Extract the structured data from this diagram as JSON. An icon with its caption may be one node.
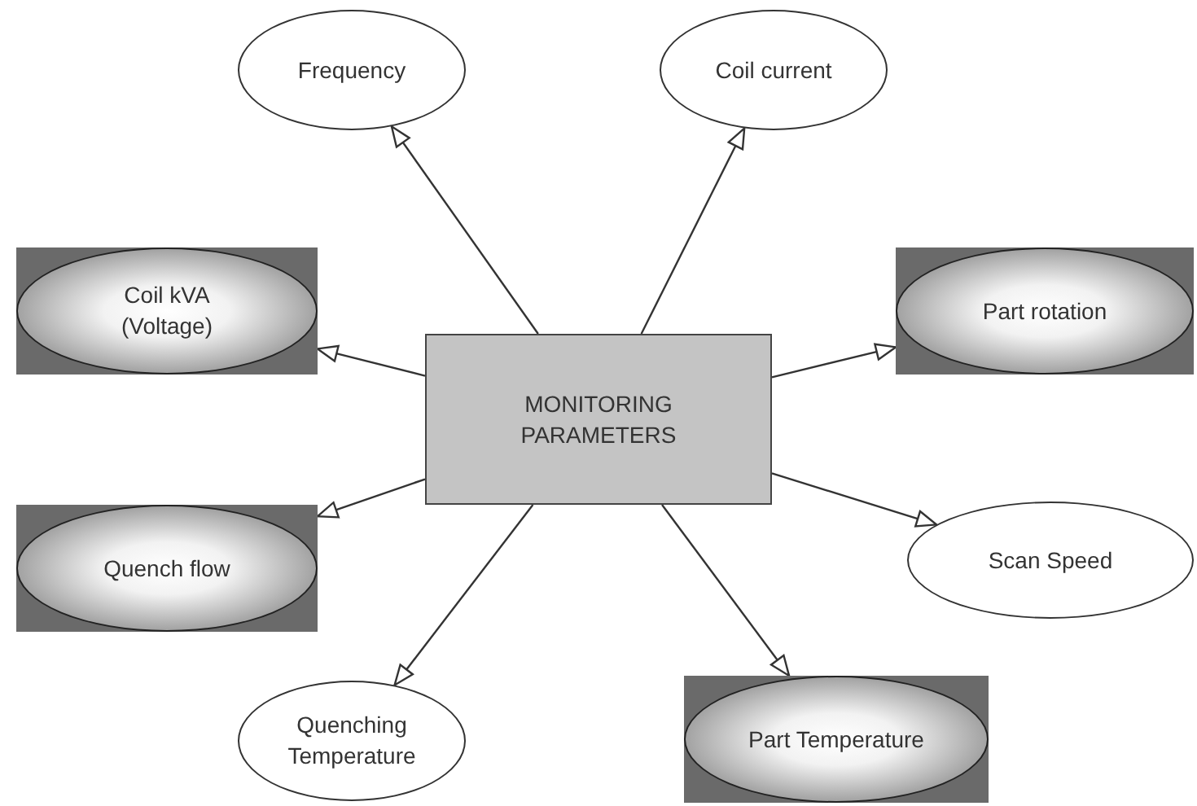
{
  "diagram": {
    "nodes": [
      {
        "text": [
          "Frequency"
        ]
      },
      {
        "text": [
          "Coil current"
        ]
      },
      {
        "text": [
          "Coil kVA (Voltage)"
        ]
      },
      {
        "text": [
          "MONITORING PARAMETERS"
        ]
      },
      {
        "text": [
          "Part rotation"
        ]
      },
      {
        "text": [
          "Quench flow"
        ]
      },
      {
        "text": [
          "Scan Speed"
        ]
      },
      {
        "text": [
          "Quenching Temperature"
        ]
      },
      {
        "text": [
          "Part Temperature"
        ]
      }
    ],
    "edges": [
      {
        "from": 3,
        "to": 0,
        "arrow": "to"
      },
      {
        "from": 3,
        "to": 1,
        "arrow": "to"
      },
      {
        "from": 3,
        "to": 2,
        "arrow": "to"
      },
      {
        "from": 3,
        "to": 4,
        "arrow": "to"
      },
      {
        "from": 3,
        "to": 5,
        "arrow": "to"
      },
      {
        "from": 3,
        "to": 6,
        "arrow": "to"
      },
      {
        "from": 3,
        "to": 7,
        "arrow": "to"
      },
      {
        "from": 3,
        "to": 8,
        "arrow": "to"
      }
    ]
  }
}
